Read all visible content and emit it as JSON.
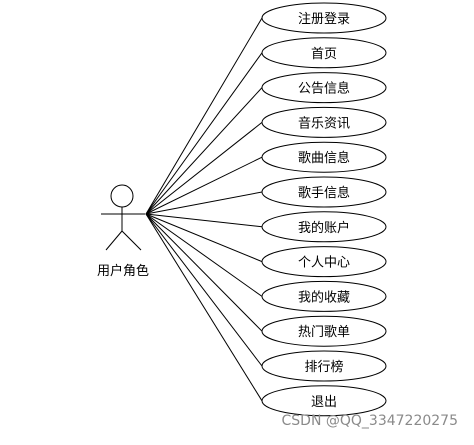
{
  "actor": {
    "label": "用户角色"
  },
  "use_cases": [
    "注册登录",
    "首页",
    "公告信息",
    "音乐资讯",
    "歌曲信息",
    "歌手信息",
    "我的账户",
    "个人中心",
    "我的收藏",
    "热门歌单",
    "排行榜",
    "退出"
  ],
  "watermark": "CSDN @QQ_3347220275",
  "colors": {
    "stroke": "#000000",
    "text": "#000000",
    "ellipse_fill": "#ffffff",
    "watermark": "#8a8a8a"
  }
}
